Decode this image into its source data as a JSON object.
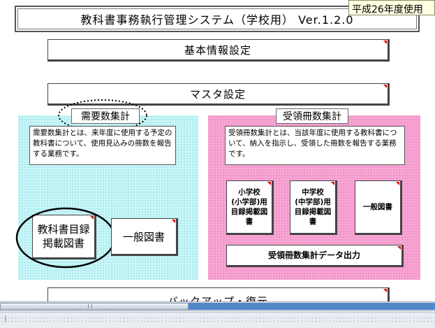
{
  "window": {
    "title": "教科書事務執行管理システム（学校用） Ver.1.2.0",
    "year_badge": "平成26年度使用"
  },
  "menu": {
    "basic_settings": "基本情報設定",
    "master_settings": "マスタ設定",
    "backup_restore": "バックアップ・復元"
  },
  "demand": {
    "label": "需要数集計",
    "description": "需要数集計とは、来年度に使用する予定の教科書について、使用見込みの冊数を報告する業務です。",
    "catalog_button": "教科書目録\n掲載図書",
    "general_button": "一般図書"
  },
  "receipt": {
    "label": "受領冊数集計",
    "description": "受領冊数集計とは、当該年度に使用する教科書について、納入を指示し、受領した冊数を報告する業務です。",
    "elementary_button": "小学校\n(小学部)用\n目録掲載図\n書",
    "junior_high_button": "中学校\n(中学部)用\n目録掲載図\n書",
    "general_button": "一般図書",
    "export_button": "受領冊数集計データ出力"
  },
  "colors": {
    "demand_panel": "#c8f6f8",
    "receipt_panel": "#f7a6d3",
    "scrollbar_accent": "#4f87c9"
  }
}
